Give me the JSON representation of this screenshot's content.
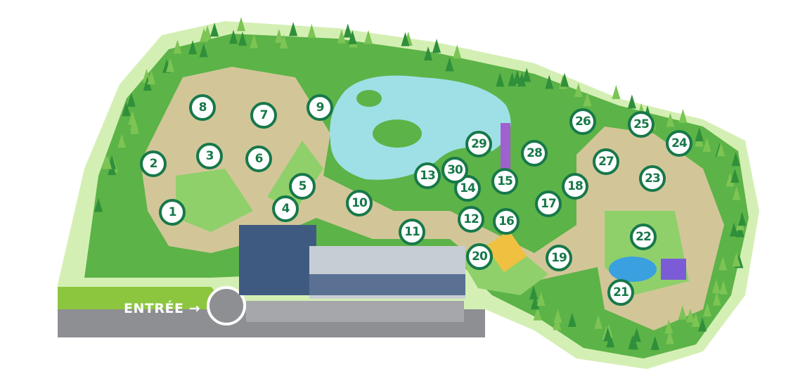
{
  "entrance_label": "ENTRÉE",
  "entrance_arrow": "→",
  "colors": {
    "marker": "#17784a",
    "forest": "#4aa83e",
    "path": "#e6c9a8",
    "lake": "#9fe0e6",
    "halo": "#d4efb4"
  },
  "attractions": [
    "1",
    "2",
    "3",
    "4",
    "5",
    "6",
    "7",
    "8",
    "9",
    "10",
    "11",
    "12",
    "13",
    "14",
    "15",
    "16",
    "17",
    "18",
    "19",
    "20",
    "21",
    "22",
    "23",
    "24",
    "25",
    "26",
    "27",
    "28",
    "29",
    "30"
  ]
}
